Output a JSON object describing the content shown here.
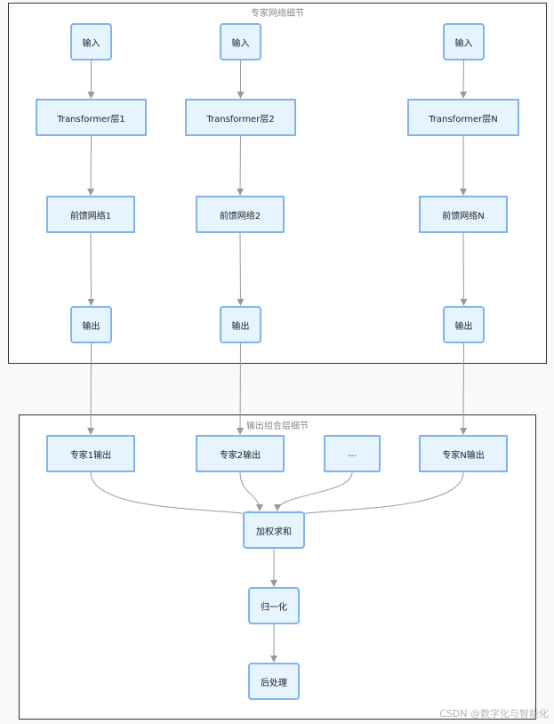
{
  "clusters": {
    "expert": {
      "title": "专家网络细节"
    },
    "combine": {
      "title": "输出组合层细节"
    }
  },
  "nodes": {
    "in1": "输入",
    "in2": "输入",
    "inN": "输入",
    "tf1": "Transformer层1",
    "tf2": "Transformer层2",
    "tfN": "Transformer层N",
    "ff1": "前馈网络1",
    "ff2": "前馈网络2",
    "ffN": "前馈网络N",
    "out1": "输出",
    "out2": "输出",
    "outN": "输出",
    "eo1": "专家1输出",
    "eo2": "专家2输出",
    "eodots": "...",
    "eoN": "专家N输出",
    "wsum": "加权求和",
    "norm": "归一化",
    "post": "后处理"
  },
  "edges": [
    [
      "in1",
      "tf1"
    ],
    [
      "tf1",
      "ff1"
    ],
    [
      "ff1",
      "out1"
    ],
    [
      "out1",
      "eo1"
    ],
    [
      "in2",
      "tf2"
    ],
    [
      "tf2",
      "ff2"
    ],
    [
      "ff2",
      "out2"
    ],
    [
      "out2",
      "eo2"
    ],
    [
      "inN",
      "tfN"
    ],
    [
      "tfN",
      "ffN"
    ],
    [
      "ffN",
      "outN"
    ],
    [
      "outN",
      "eoN"
    ],
    [
      "eo1",
      "wsum"
    ],
    [
      "eo2",
      "wsum"
    ],
    [
      "eodots",
      "wsum"
    ],
    [
      "eoN",
      "wsum"
    ],
    [
      "wsum",
      "norm"
    ],
    [
      "norm",
      "post"
    ]
  ],
  "colors": {
    "node_fill": "#e6f4ff",
    "node_border": "#7fb3ec",
    "edge": "#999999"
  },
  "watermark": "CSDN @数字化与智能化"
}
